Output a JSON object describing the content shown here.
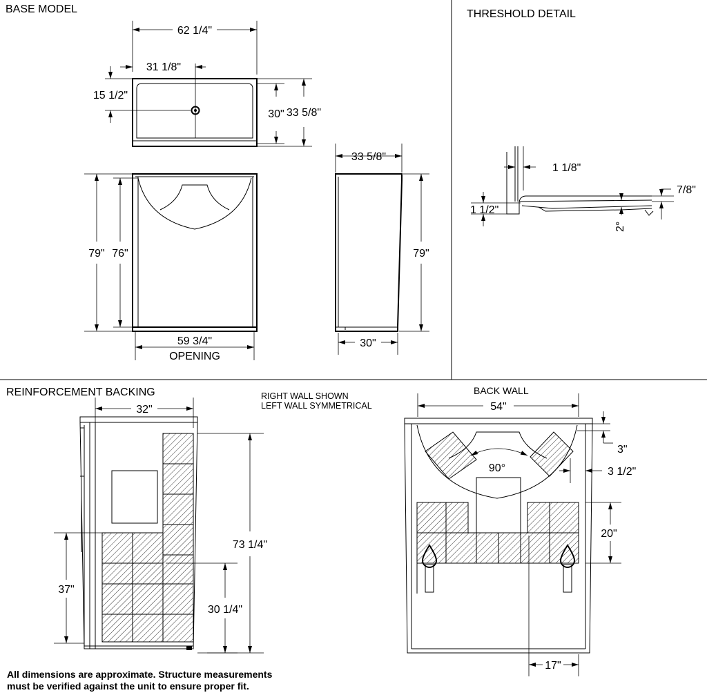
{
  "sections": {
    "base_model": "BASE MODEL",
    "threshold_detail": "THRESHOLD DETAIL",
    "reinforcement_backing": "REINFORCEMENT BACKING",
    "back_wall": "BACK WALL"
  },
  "notes": {
    "right_wall": "RIGHT WALL SHOWN",
    "left_wall": "LEFT WALL SYMMETRICAL",
    "disclaimer_line1": "All dimensions are approximate. Structure measurements",
    "disclaimer_line2": "must be verified against the unit to ensure proper fit."
  },
  "base_model": {
    "overall_width": "62 1/4\"",
    "drain_offset": "31 1/8\"",
    "drain_depth": "15 1/2\"",
    "inner_depth": "30\"",
    "outer_depth": "33 5/8\"",
    "front_height_outer": "79\"",
    "front_height_inner": "76\"",
    "opening_width": "59 3/4\"",
    "opening_label": "OPENING",
    "side_depth": "33 5/8\"",
    "side_height": "79\"",
    "side_base": "30\""
  },
  "threshold": {
    "width": "1 1/8\"",
    "height": "1 1/2\"",
    "lip": "7/8\"",
    "slope": "2°"
  },
  "reinforcement": {
    "width": "32\"",
    "height_total": "73 1/4\"",
    "height_lower": "37\"",
    "height_mid": "30 1/4\""
  },
  "back_wall": {
    "width": "54\"",
    "top_offset": "3\"",
    "side_offset": "3 1/2\"",
    "angle": "90°",
    "band_height": "20\"",
    "bottom_offset": "17\""
  }
}
